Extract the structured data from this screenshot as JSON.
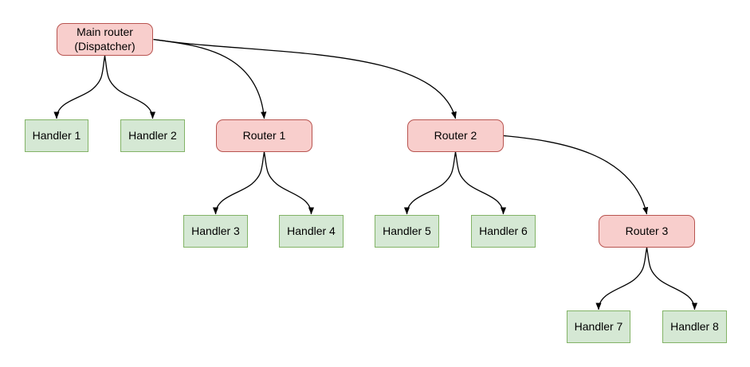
{
  "diagram": {
    "type": "flowchart-tree",
    "nodes": {
      "main_router": {
        "label": "Main router\n(Dispatcher)",
        "kind": "router"
      },
      "handler_1": {
        "label": "Handler 1",
        "kind": "handler"
      },
      "handler_2": {
        "label": "Handler 2",
        "kind": "handler"
      },
      "router_1": {
        "label": "Router 1",
        "kind": "router"
      },
      "router_2": {
        "label": "Router 2",
        "kind": "router"
      },
      "handler_3": {
        "label": "Handler 3",
        "kind": "handler"
      },
      "handler_4": {
        "label": "Handler 4",
        "kind": "handler"
      },
      "handler_5": {
        "label": "Handler 5",
        "kind": "handler"
      },
      "handler_6": {
        "label": "Handler 6",
        "kind": "handler"
      },
      "router_3": {
        "label": "Router 3",
        "kind": "router"
      },
      "handler_7": {
        "label": "Handler 7",
        "kind": "handler"
      },
      "handler_8": {
        "label": "Handler 8",
        "kind": "handler"
      }
    },
    "edges": [
      {
        "from": "Main router (Dispatcher)",
        "to": "Handler 1"
      },
      {
        "from": "Main router (Dispatcher)",
        "to": "Handler 2"
      },
      {
        "from": "Main router (Dispatcher)",
        "to": "Router 1"
      },
      {
        "from": "Main router (Dispatcher)",
        "to": "Router 2"
      },
      {
        "from": "Router 1",
        "to": "Handler 3"
      },
      {
        "from": "Router 1",
        "to": "Handler 4"
      },
      {
        "from": "Router 2",
        "to": "Handler 5"
      },
      {
        "from": "Router 2",
        "to": "Handler 6"
      },
      {
        "from": "Router 2",
        "to": "Router 3"
      },
      {
        "from": "Router 3",
        "to": "Handler 7"
      },
      {
        "from": "Router 3",
        "to": "Handler 8"
      }
    ],
    "colors": {
      "router_fill": "#f8cecc",
      "router_border": "#b85450",
      "handler_fill": "#d5e8d4",
      "handler_border": "#82b366",
      "edge_color": "#000000"
    }
  }
}
